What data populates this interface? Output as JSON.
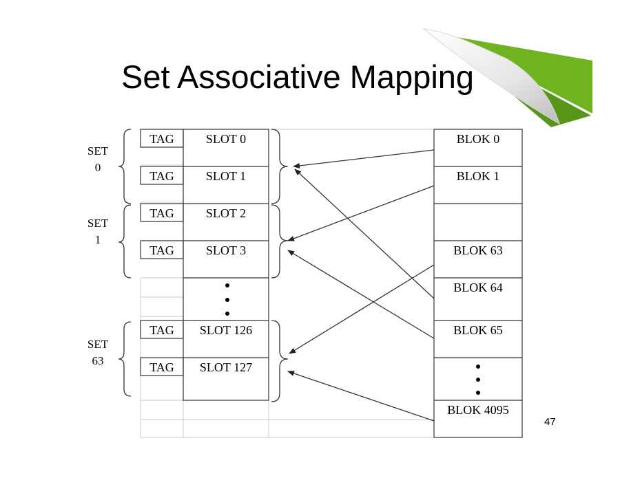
{
  "title": "Set Associative Mapping",
  "page_number": "47",
  "colors": {
    "accent_green": "#6FB320",
    "grid_line": "#c8c8c8",
    "line": "#333333"
  },
  "sets": [
    {
      "label_line1": "SET",
      "label_line2": "0"
    },
    {
      "label_line1": "SET",
      "label_line2": "1"
    },
    {
      "label_line1": "SET",
      "label_line2": "63"
    }
  ],
  "cache": {
    "tag_label": "TAG",
    "slots": [
      "SLOT 0",
      "SLOT 1",
      "SLOT 2",
      "SLOT 3",
      "SLOT 126",
      "SLOT 127"
    ]
  },
  "memory": {
    "blocks": [
      "BLOK 0",
      "BLOK 1",
      "BLOK 63",
      "BLOK 64",
      "BLOK 65",
      "BLOK 4095"
    ]
  }
}
